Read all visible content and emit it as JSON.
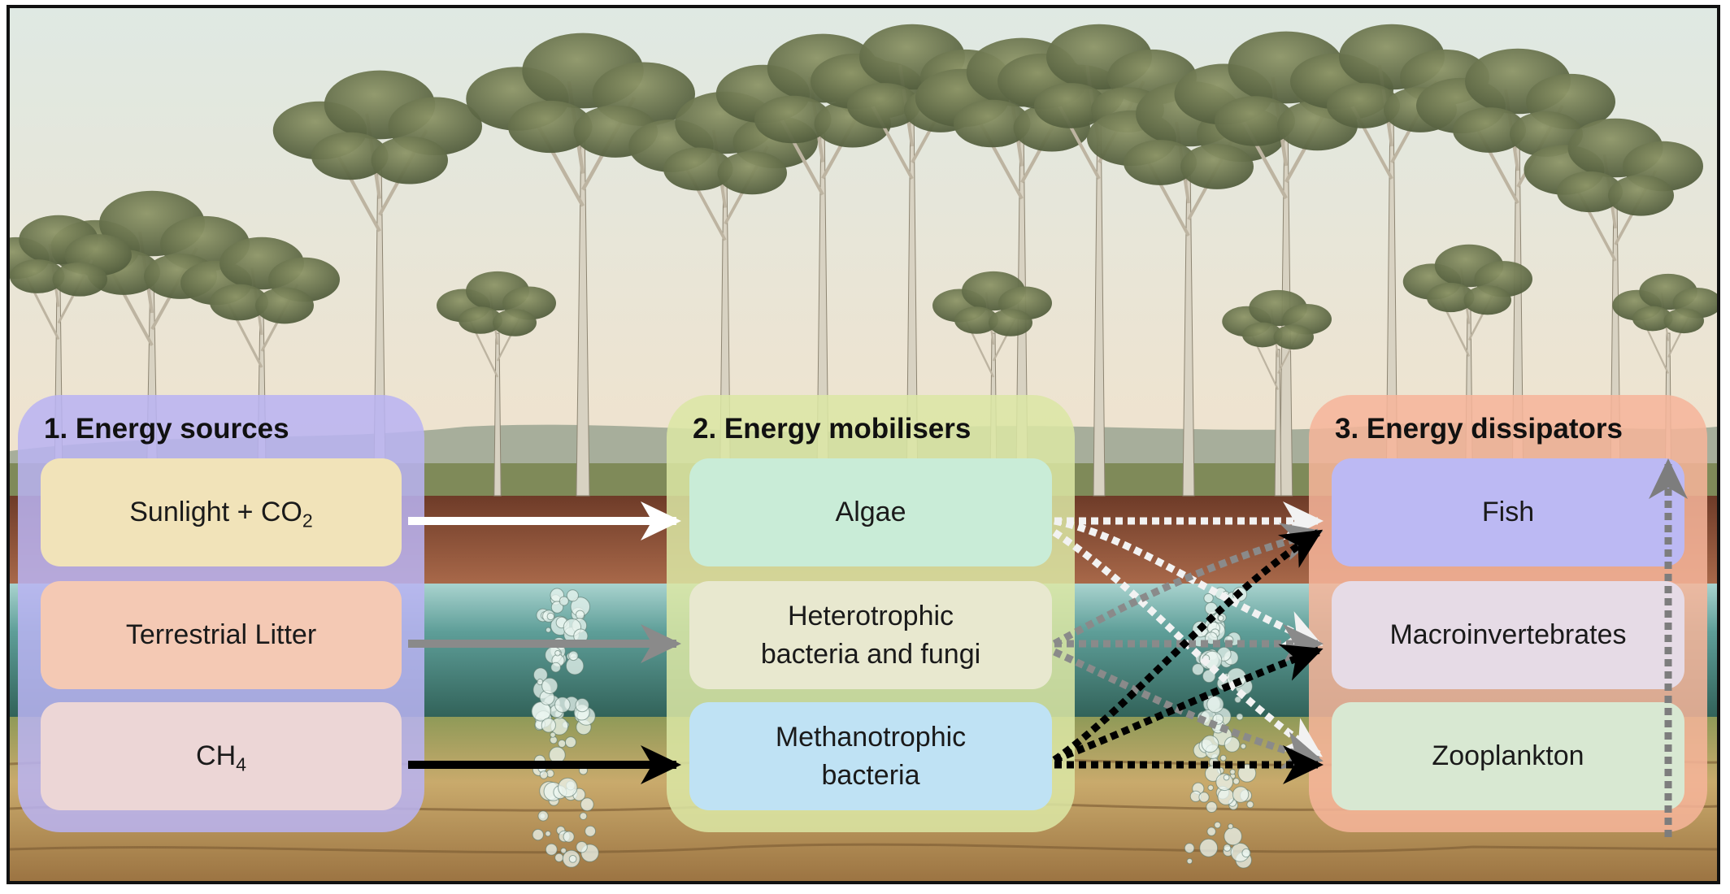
{
  "panels": {
    "sources": {
      "title": "1. Energy sources",
      "color": "#b9b3f2",
      "nodes": {
        "sunlight": {
          "label": "Sunlight + CO",
          "sub": "2",
          "color": "#f1e3b9"
        },
        "litter": {
          "label": "Terrestrial Litter",
          "color": "#f4c9b4"
        },
        "methane": {
          "label": "CH",
          "sub": "4",
          "color": "#ecd6d6"
        }
      }
    },
    "mobilisers": {
      "title": "2. Energy mobilisers",
      "color": "#dbe7a4",
      "nodes": {
        "algae": {
          "label": "Algae",
          "color": "#c9ecd7"
        },
        "heterotrophic": {
          "line1": "Heterotrophic",
          "line2": "bacteria and fungi",
          "color": "#e8e8cf"
        },
        "methanotrophic": {
          "line1": "Methanotrophic",
          "line2": "bacteria",
          "color": "#bfe2f4"
        }
      }
    },
    "dissipators": {
      "title": "3. Energy dissipators",
      "color": "#f6b49a",
      "nodes": {
        "fish": {
          "label": "Fish",
          "color": "#bcb9f3"
        },
        "macroinvertebrates": {
          "label": "Macroinvertebrates",
          "color": "#e6dbe6"
        },
        "zooplankton": {
          "label": "Zooplankton",
          "color": "#d8e8d2"
        }
      }
    }
  },
  "arrows": [
    {
      "id": "sunlight-to-algae",
      "style": "solid",
      "color": "#ffffff"
    },
    {
      "id": "litter-to-heterotrophic",
      "style": "solid",
      "color": "#8a8a8a"
    },
    {
      "id": "methane-to-methanotrophic",
      "style": "solid",
      "color": "#000000"
    },
    {
      "id": "algae-to-fish",
      "style": "dotted",
      "color": "#f2f2f2"
    },
    {
      "id": "algae-to-macroinvertebrates",
      "style": "dotted",
      "color": "#f2f2f2"
    },
    {
      "id": "algae-to-zooplankton",
      "style": "dotted",
      "color": "#f2f2f2"
    },
    {
      "id": "heterotrophic-to-fish",
      "style": "dotted",
      "color": "#8a8a8a"
    },
    {
      "id": "heterotrophic-to-macroinvertebrates",
      "style": "dotted",
      "color": "#8a8a8a"
    },
    {
      "id": "heterotrophic-to-zooplankton",
      "style": "dotted",
      "color": "#8a8a8a"
    },
    {
      "id": "methanotrophic-to-fish",
      "style": "dotted",
      "color": "#000000"
    },
    {
      "id": "methanotrophic-to-macroinvertebrates",
      "style": "dotted",
      "color": "#000000"
    },
    {
      "id": "methanotrophic-to-zooplankton",
      "style": "dotted",
      "color": "#000000"
    },
    {
      "id": "zooplankton-to-fish",
      "style": "dotted",
      "color": "#7d7d7d"
    }
  ],
  "background": {
    "sky_top": "#e4ebe4",
    "sky_bottom": "#efe3cf",
    "canopy": "#6f7a55",
    "trunk": "#d8d2c2",
    "soil": "#8a4d35",
    "water": "#7db6b3",
    "sediment": "#b99a5e"
  }
}
